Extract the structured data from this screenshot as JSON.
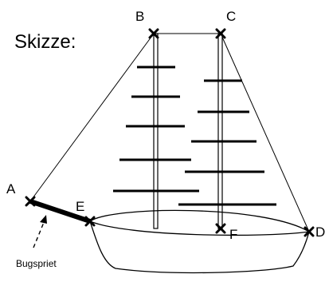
{
  "title": "Skizze:",
  "points": {
    "A": "A",
    "B": "B",
    "C": "C",
    "D": "D",
    "E": "E",
    "F": "F"
  },
  "annotation": "Bugspriet",
  "colors": {
    "line": "#000000",
    "background": "#ffffff"
  }
}
